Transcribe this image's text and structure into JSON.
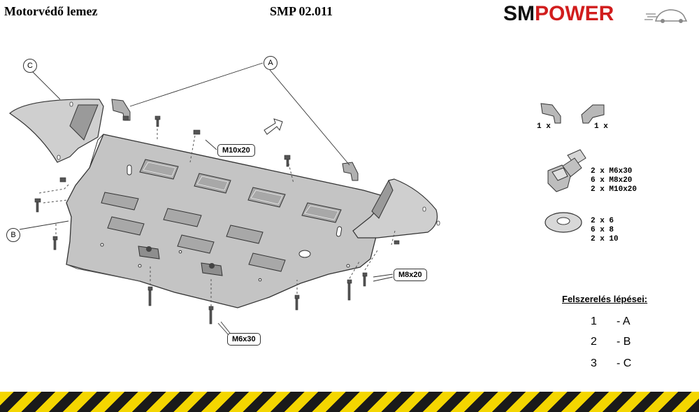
{
  "header": {
    "title": "Motorvédő lemez",
    "code": "SMP 02.011",
    "logo_part1": "SM",
    "logo_part2": "POWER",
    "brand_red": "#d11d1d"
  },
  "callouts": {
    "letter_a": "A",
    "letter_b": "B",
    "letter_c": "C",
    "m10x20": "M10x20",
    "m8x20": "M8x20",
    "m6x30": "M6x30"
  },
  "parts": {
    "bracket_left_qty": "1 x",
    "bracket_right_qty": "1 x",
    "bolts": [
      "2 x M6x30",
      "6 x M8x20",
      "2 x M10x20"
    ],
    "washers": [
      "2 x 6",
      "6 x 8",
      "2 x 10"
    ]
  },
  "installation": {
    "title": "Felszerelés lépései:",
    "steps": [
      {
        "num": "1",
        "letter": "- A"
      },
      {
        "num": "2",
        "letter": "- B"
      },
      {
        "num": "3",
        "letter": "- C"
      }
    ]
  },
  "colors": {
    "plate_fill": "#c4c4c4",
    "hazard_yellow": "#f4d600",
    "hazard_black": "#1a1a1a"
  }
}
